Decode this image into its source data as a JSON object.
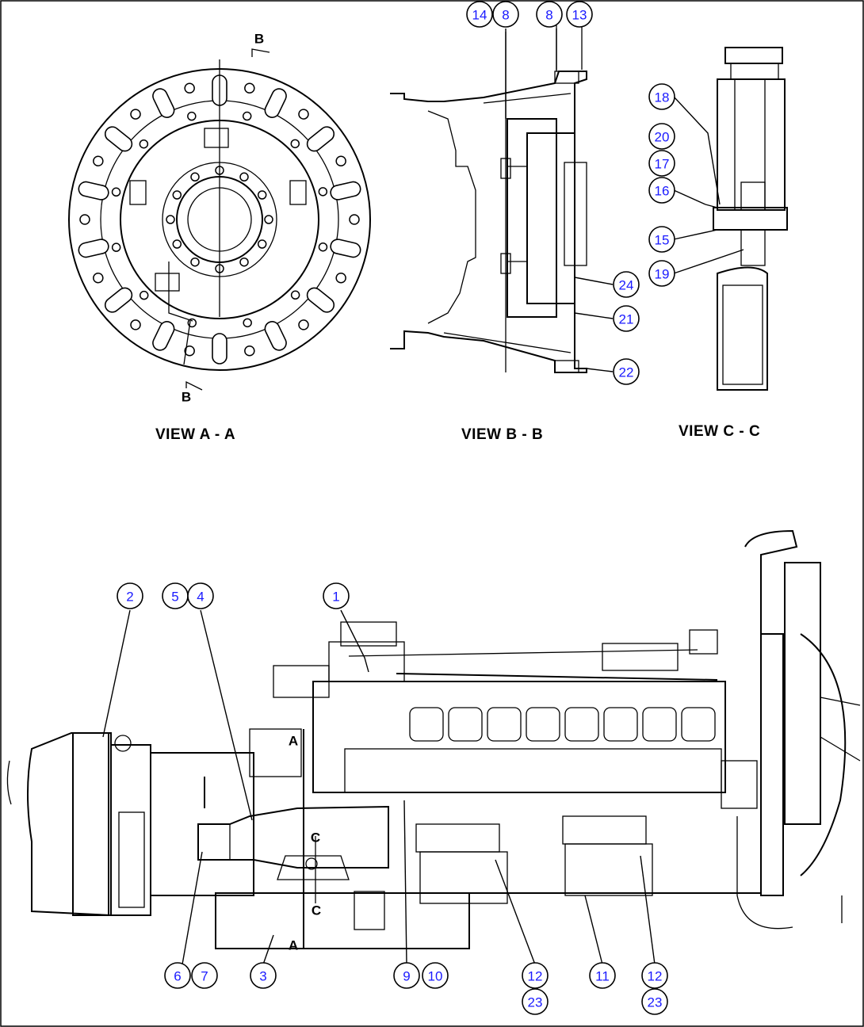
{
  "views": {
    "a": {
      "title": "VIEW A - A",
      "section_top": "B",
      "section_bottom": "B"
    },
    "b": {
      "title": "VIEW B - B"
    },
    "c": {
      "title": "VIEW C - C"
    }
  },
  "section_marks": {
    "a_top": "A",
    "a_bottom": "A",
    "c_top": "C",
    "c_bottom": "C"
  },
  "callouts": [
    {
      "id": "c14a",
      "label": "14"
    },
    {
      "id": "c8a",
      "label": "8"
    },
    {
      "id": "c8b",
      "label": "8"
    },
    {
      "id": "c13",
      "label": "13"
    },
    {
      "id": "c18",
      "label": "18"
    },
    {
      "id": "c20",
      "label": "20"
    },
    {
      "id": "c17",
      "label": "17"
    },
    {
      "id": "c16",
      "label": "16"
    },
    {
      "id": "c15",
      "label": "15"
    },
    {
      "id": "c19",
      "label": "19"
    },
    {
      "id": "c24",
      "label": "24"
    },
    {
      "id": "c21",
      "label": "21"
    },
    {
      "id": "c22",
      "label": "22"
    },
    {
      "id": "c2",
      "label": "2"
    },
    {
      "id": "c5",
      "label": "5"
    },
    {
      "id": "c4",
      "label": "4"
    },
    {
      "id": "c1",
      "label": "1"
    },
    {
      "id": "c6",
      "label": "6"
    },
    {
      "id": "c7",
      "label": "7"
    },
    {
      "id": "c3",
      "label": "3"
    },
    {
      "id": "c9",
      "label": "9"
    },
    {
      "id": "c10",
      "label": "10"
    },
    {
      "id": "c12a",
      "label": "12"
    },
    {
      "id": "c23a",
      "label": "23"
    },
    {
      "id": "c11",
      "label": "11"
    },
    {
      "id": "c12b",
      "label": "12"
    },
    {
      "id": "c23b",
      "label": "23"
    }
  ]
}
